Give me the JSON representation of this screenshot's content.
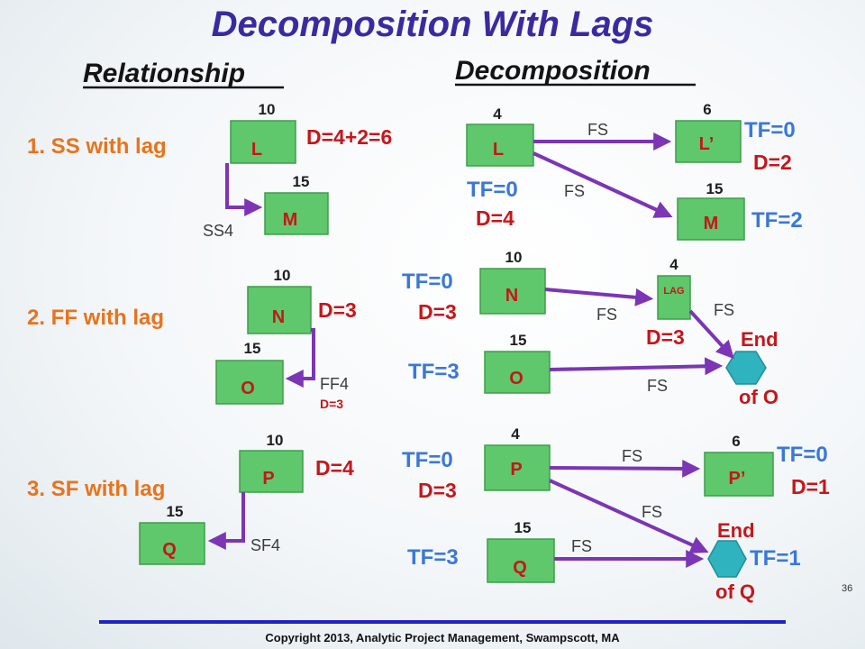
{
  "slide": {
    "title": "Decomposition With Lags",
    "relationship_heading": "Relationship",
    "decomposition_heading": "Decomposition",
    "page_number": "36",
    "copyright": "Copyright  2013, Analytic Project Management, Swampscott, MA"
  },
  "relationship": {
    "items": [
      {
        "label": "1.  SS with lag",
        "formula": "D=4+2=6",
        "box1": {
          "name": "L",
          "duration": "10"
        },
        "box2": {
          "name": "M",
          "duration": "15"
        },
        "link": "SS4"
      },
      {
        "label": "2.  FF with lag",
        "formula": "D=3",
        "extra": "D=3",
        "box1": {
          "name": "N",
          "duration": "10"
        },
        "box2": {
          "name": "O",
          "duration": "15"
        },
        "link": "FF4"
      },
      {
        "label": "3.  SF with lag",
        "formula": "D=4",
        "box1": {
          "name": "P",
          "duration": "10"
        },
        "box2": {
          "name": "Q",
          "duration": "15"
        },
        "link": "SF4"
      }
    ]
  },
  "decomposition": {
    "ss": {
      "l": {
        "name": "L",
        "duration": "4",
        "tf": "TF=0",
        "d": "D=4"
      },
      "lp": {
        "name": "L’",
        "duration": "6",
        "tf": "TF=0",
        "d": "D=2"
      },
      "m": {
        "name": "M",
        "duration": "15",
        "tf": "TF=2"
      },
      "fs1": "FS",
      "fs2": "FS"
    },
    "ff": {
      "n": {
        "name": "N",
        "duration": "10",
        "tf": "TF=0",
        "d": "D=3"
      },
      "lag": {
        "name": "LAG",
        "duration": "4",
        "d": "D=3"
      },
      "o": {
        "name": "O",
        "duration": "15",
        "tf": "TF=3"
      },
      "end_line1": "End",
      "end_line2": "of O",
      "fs1": "FS",
      "fs2": "FS",
      "fs3": "FS"
    },
    "sf": {
      "p": {
        "name": "P",
        "duration": "4",
        "tf": "TF=0",
        "d": "D=3"
      },
      "pp": {
        "name": "P’",
        "duration": "6",
        "tf": "TF=0",
        "d": "D=1"
      },
      "q": {
        "name": "Q",
        "duration": "15",
        "tf": "TF=3"
      },
      "end_line1": "End",
      "end_line2": "of Q",
      "end_tf": "TF=1",
      "fs1": "FS",
      "fs2": "FS",
      "fs3": "FS"
    }
  },
  "colors": {
    "box_fill": "#5fc76c",
    "arrow": "#7b35b5",
    "title": "#3a2aa0",
    "orange": "#e8731c",
    "red": "#c4171c",
    "blue": "#3b78d6",
    "end_node": "#2fb3bf",
    "footer_line": "#1f22c8"
  }
}
